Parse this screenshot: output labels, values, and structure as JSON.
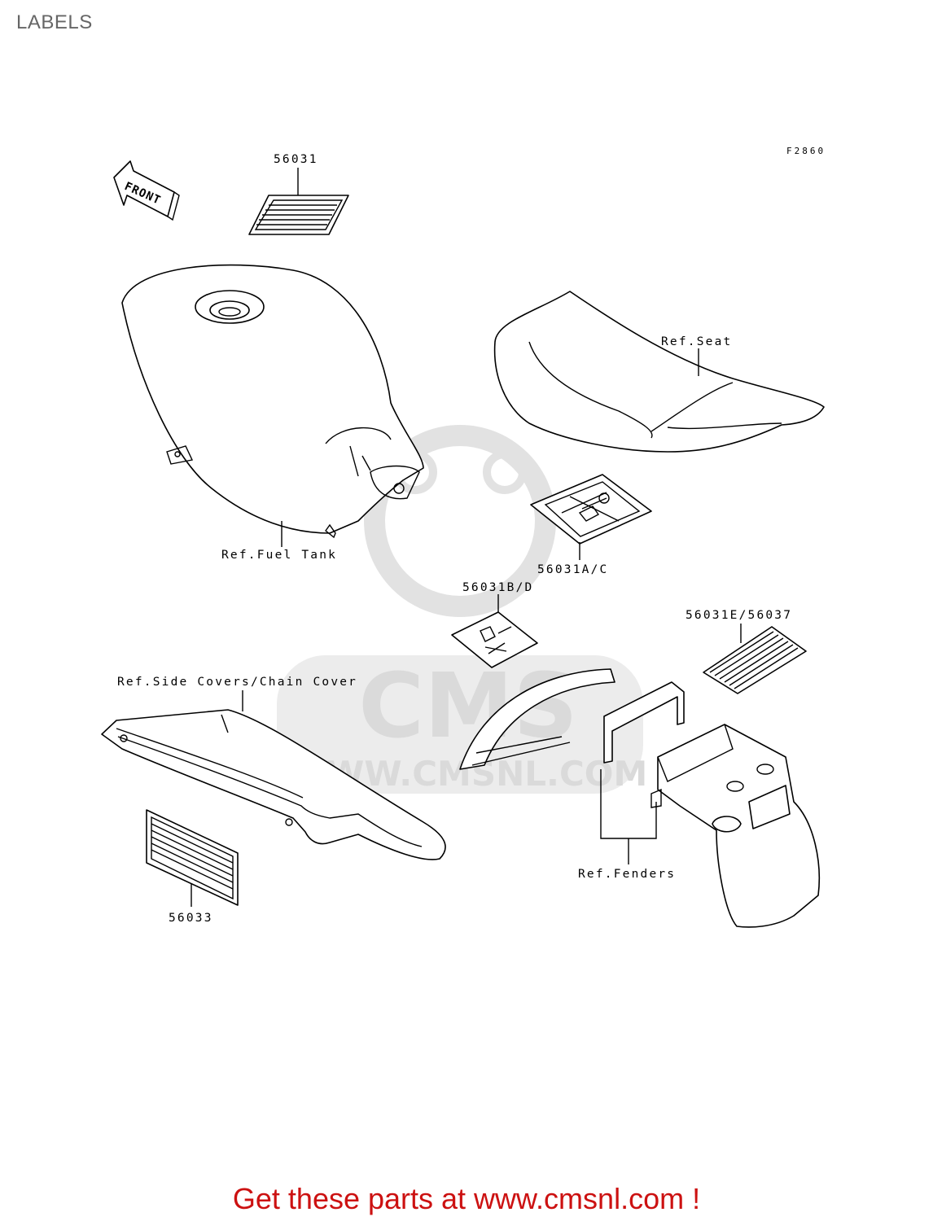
{
  "page_title": "LABELS",
  "figure_code": "F2860",
  "front_arrow_text": "FRONT",
  "watermark": {
    "brand": "CMS",
    "url": "WWW.CMSNL.COM",
    "color": "#dadada"
  },
  "callouts": {
    "label_56031": "56031",
    "ref_fuel_tank": "Ref.Fuel Tank",
    "ref_seat": "Ref.Seat",
    "label_56031ac": "56031A/C",
    "label_56031bd": "56031B/D",
    "label_56031e_56037": "56031E/56037",
    "ref_side_covers": "Ref.Side Covers/Chain Cover",
    "label_56033": "56033",
    "ref_fenders": "Ref.Fenders"
  },
  "footer_text": "Get these parts at www.cmsnl.com !",
  "colors": {
    "footer": "#cc1111",
    "title": "#666666",
    "line": "#000000"
  }
}
